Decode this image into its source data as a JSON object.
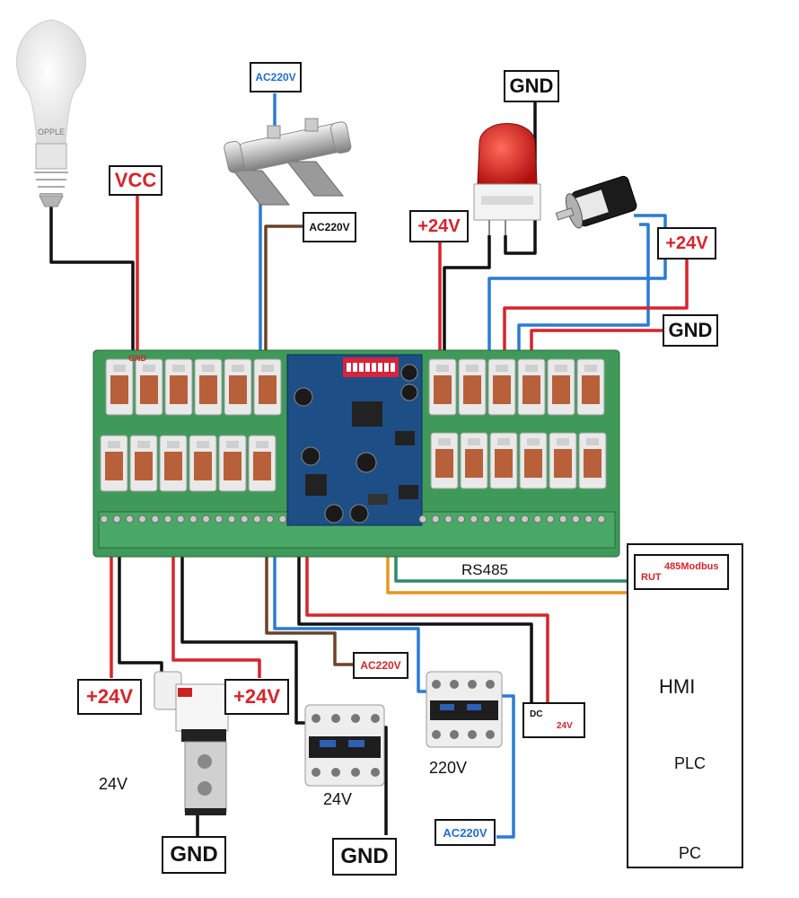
{
  "labels": {
    "vcc": "VCC",
    "ac220_top": "AC220V",
    "ac220_heater": "AC220V",
    "gnd_alarm": "GND",
    "plus24_alarm": "+24V",
    "plus24_motor": "+24V",
    "gnd_motor": "GND",
    "gnd_board": "GND",
    "rs485": "RS485",
    "modbus_line1": "485Modbus",
    "modbus_line2": "RUT",
    "plus24_left": "+24V",
    "plus24_mid": "+24V",
    "ac220_contactor": "AC220V",
    "dc_line1": "DC",
    "dc_line2": "24V",
    "v24_solenoid": "24V",
    "v24_contactor": "24V",
    "v220_contactor": "220V",
    "gnd_solenoid": "GND",
    "gnd_contactor": "GND",
    "ac220_bottom": "AC220V",
    "hmi": "HMI",
    "plc": "PLC",
    "pc": "PC",
    "bulb_brand": "OPPLE"
  },
  "colors": {
    "board_green": "#3f9a5a",
    "board_blue": "#1d4f86",
    "relay_red": "#b8603a",
    "wire_red": "#d9232a",
    "wire_blue": "#2a7bd6",
    "wire_black": "#111111",
    "wire_brown": "#6b4226",
    "wire_orange": "#e8961e",
    "wire_teal": "#2b8a6c",
    "label_red": "#d9232a",
    "label_blue": "#1f6ed4"
  }
}
